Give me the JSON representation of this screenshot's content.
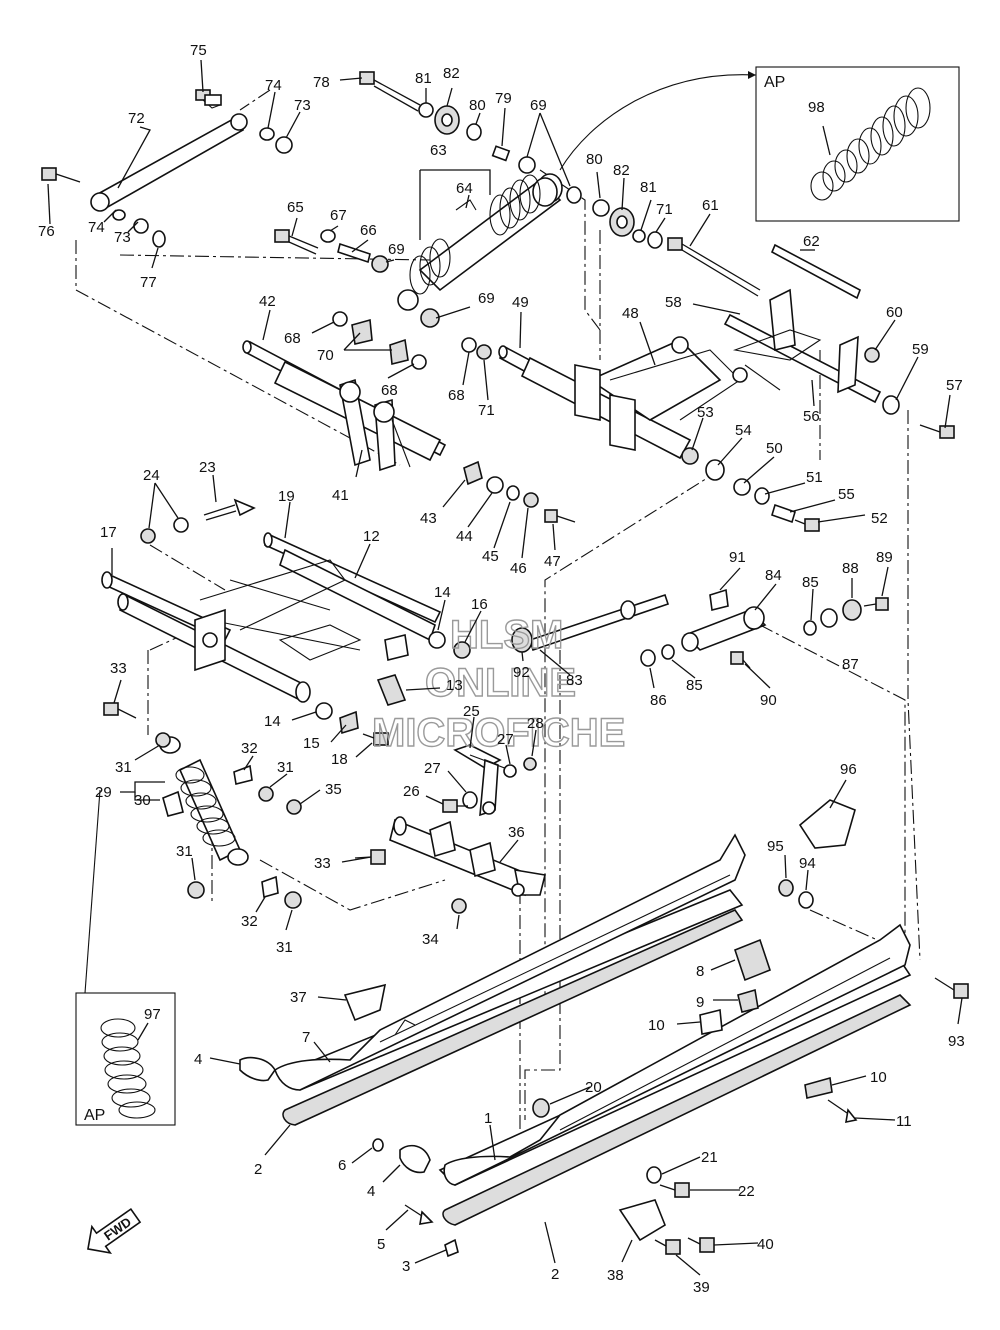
{
  "callouts": [
    {
      "id": "75",
      "label": "75"
    },
    {
      "id": "74a",
      "label": "74"
    },
    {
      "id": "73a",
      "label": "73"
    },
    {
      "id": "78",
      "label": "78"
    },
    {
      "id": "81a",
      "label": "81"
    },
    {
      "id": "82a",
      "label": "82"
    },
    {
      "id": "80a",
      "label": "80"
    },
    {
      "id": "79",
      "label": "79"
    },
    {
      "id": "69a",
      "label": "69"
    },
    {
      "id": "72",
      "label": "72"
    },
    {
      "id": "63",
      "label": "63"
    },
    {
      "id": "64",
      "label": "64"
    },
    {
      "id": "76",
      "label": "76"
    },
    {
      "id": "74b",
      "label": "74"
    },
    {
      "id": "73b",
      "label": "73"
    },
    {
      "id": "77",
      "label": "77"
    },
    {
      "id": "65",
      "label": "65"
    },
    {
      "id": "67",
      "label": "67"
    },
    {
      "id": "66",
      "label": "66"
    },
    {
      "id": "69b",
      "label": "69"
    },
    {
      "id": "80b",
      "label": "80"
    },
    {
      "id": "82b",
      "label": "82"
    },
    {
      "id": "81b",
      "label": "81"
    },
    {
      "id": "71a",
      "label": "71"
    },
    {
      "id": "61",
      "label": "61"
    },
    {
      "id": "62",
      "label": "62"
    },
    {
      "id": "98",
      "label": "98"
    },
    {
      "id": "42",
      "label": "42"
    },
    {
      "id": "68a",
      "label": "68"
    },
    {
      "id": "70",
      "label": "70"
    },
    {
      "id": "68b",
      "label": "68"
    },
    {
      "id": "69c",
      "label": "69"
    },
    {
      "id": "49",
      "label": "49"
    },
    {
      "id": "48",
      "label": "48"
    },
    {
      "id": "58",
      "label": "58"
    },
    {
      "id": "60",
      "label": "60"
    },
    {
      "id": "59",
      "label": "59"
    },
    {
      "id": "57",
      "label": "57"
    },
    {
      "id": "68c",
      "label": "68"
    },
    {
      "id": "71b",
      "label": "71"
    },
    {
      "id": "56",
      "label": "56"
    },
    {
      "id": "41",
      "label": "41"
    },
    {
      "id": "53",
      "label": "53"
    },
    {
      "id": "54",
      "label": "54"
    },
    {
      "id": "50",
      "label": "50"
    },
    {
      "id": "51",
      "label": "51"
    },
    {
      "id": "55",
      "label": "55"
    },
    {
      "id": "52",
      "label": "52"
    },
    {
      "id": "24",
      "label": "24"
    },
    {
      "id": "23",
      "label": "23"
    },
    {
      "id": "43",
      "label": "43"
    },
    {
      "id": "44",
      "label": "44"
    },
    {
      "id": "45",
      "label": "45"
    },
    {
      "id": "46",
      "label": "46"
    },
    {
      "id": "47",
      "label": "47"
    },
    {
      "id": "19",
      "label": "19"
    },
    {
      "id": "12",
      "label": "12"
    },
    {
      "id": "17",
      "label": "17"
    },
    {
      "id": "91",
      "label": "91"
    },
    {
      "id": "84",
      "label": "84"
    },
    {
      "id": "85a",
      "label": "85"
    },
    {
      "id": "88",
      "label": "88"
    },
    {
      "id": "89",
      "label": "89"
    },
    {
      "id": "14a",
      "label": "14"
    },
    {
      "id": "16",
      "label": "16"
    },
    {
      "id": "92",
      "label": "92"
    },
    {
      "id": "83",
      "label": "83"
    },
    {
      "id": "13",
      "label": "13"
    },
    {
      "id": "86",
      "label": "86"
    },
    {
      "id": "85b",
      "label": "85"
    },
    {
      "id": "87",
      "label": "87"
    },
    {
      "id": "90",
      "label": "90"
    },
    {
      "id": "33a",
      "label": "33"
    },
    {
      "id": "14b",
      "label": "14"
    },
    {
      "id": "25",
      "label": "25"
    },
    {
      "id": "28",
      "label": "28"
    },
    {
      "id": "31a",
      "label": "31"
    },
    {
      "id": "32a",
      "label": "32"
    },
    {
      "id": "15",
      "label": "15"
    },
    {
      "id": "18",
      "label": "18"
    },
    {
      "id": "27a",
      "label": "27"
    },
    {
      "id": "27b",
      "label": "27"
    },
    {
      "id": "29",
      "label": "29"
    },
    {
      "id": "30",
      "label": "30"
    },
    {
      "id": "31b",
      "label": "31"
    },
    {
      "id": "35",
      "label": "35"
    },
    {
      "id": "26",
      "label": "26"
    },
    {
      "id": "96",
      "label": "96"
    },
    {
      "id": "36",
      "label": "36"
    },
    {
      "id": "95",
      "label": "95"
    },
    {
      "id": "94",
      "label": "94"
    },
    {
      "id": "31c",
      "label": "31"
    },
    {
      "id": "33b",
      "label": "33"
    },
    {
      "id": "32b",
      "label": "32"
    },
    {
      "id": "31d",
      "label": "31"
    },
    {
      "id": "34",
      "label": "34"
    },
    {
      "id": "8",
      "label": "8"
    },
    {
      "id": "37",
      "label": "37"
    },
    {
      "id": "9",
      "label": "9"
    },
    {
      "id": "97",
      "label": "97"
    },
    {
      "id": "10a",
      "label": "10"
    },
    {
      "id": "7",
      "label": "7"
    },
    {
      "id": "93",
      "label": "93"
    },
    {
      "id": "4a",
      "label": "4"
    },
    {
      "id": "10b",
      "label": "10"
    },
    {
      "id": "20",
      "label": "20"
    },
    {
      "id": "11",
      "label": "11"
    },
    {
      "id": "1",
      "label": "1"
    },
    {
      "id": "2a",
      "label": "2"
    },
    {
      "id": "6",
      "label": "6"
    },
    {
      "id": "21",
      "label": "21"
    },
    {
      "id": "4b",
      "label": "4"
    },
    {
      "id": "22",
      "label": "22"
    },
    {
      "id": "5",
      "label": "5"
    },
    {
      "id": "40",
      "label": "40"
    },
    {
      "id": "3",
      "label": "3"
    },
    {
      "id": "2b",
      "label": "2"
    },
    {
      "id": "38",
      "label": "38"
    },
    {
      "id": "39",
      "label": "39"
    }
  ],
  "inset_labels": {
    "top_right": "AP",
    "bottom_left": "AP"
  },
  "direction_label": "FWD",
  "watermark": {
    "line1": "HLSM",
    "line2": "ONLINE",
    "line3": "MICROFICHE"
  }
}
